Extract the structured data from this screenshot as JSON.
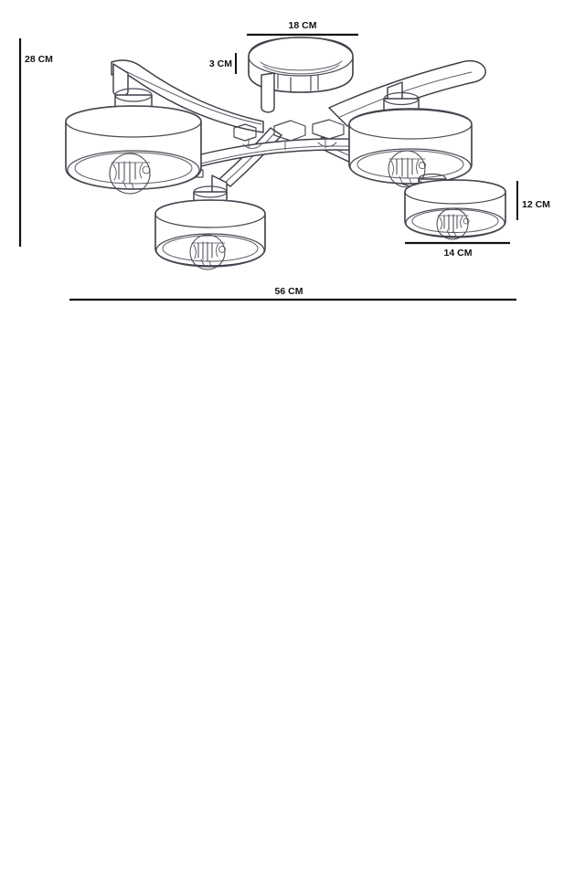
{
  "document": {
    "type": "technical-dimension-drawing",
    "subject": "4-arm ceiling lamp (flush mount chandelier)",
    "background_color": "#ffffff",
    "line_color": "#3c3c46",
    "text_color": "#111111"
  },
  "dimensions": {
    "overall_height": {
      "label": "28 CM",
      "value": 28,
      "unit": "CM",
      "orientation": "vertical",
      "position": "left"
    },
    "canopy_diameter": {
      "label": "18 CM",
      "value": 18,
      "unit": "CM",
      "orientation": "horizontal",
      "position": "top"
    },
    "canopy_height": {
      "label": "3 CM",
      "value": 3,
      "unit": "CM",
      "orientation": "vertical",
      "position": "center-top"
    },
    "shade_height": {
      "label": "12 CM",
      "value": 12,
      "unit": "CM",
      "orientation": "vertical",
      "position": "right"
    },
    "shade_diameter": {
      "label": "14 CM",
      "value": 14,
      "unit": "CM",
      "orientation": "horizontal",
      "position": "bottom-right"
    },
    "overall_width": {
      "label": "56 CM",
      "value": 56,
      "unit": "CM",
      "orientation": "horizontal",
      "position": "bottom"
    }
  },
  "lamp": {
    "shade_count": 4,
    "arm_count": 4,
    "shades": [
      {
        "id": "shade-left",
        "name": "left lamp shade"
      },
      {
        "id": "shade-bottom-left",
        "name": "lower center lamp shade"
      },
      {
        "id": "shade-right-upper",
        "name": "right upper lamp shade"
      },
      {
        "id": "shade-right-lower",
        "name": "right lower lamp shade"
      }
    ],
    "canopy": {
      "id": "ceiling-canopy",
      "name": "ceiling mount plate"
    }
  }
}
